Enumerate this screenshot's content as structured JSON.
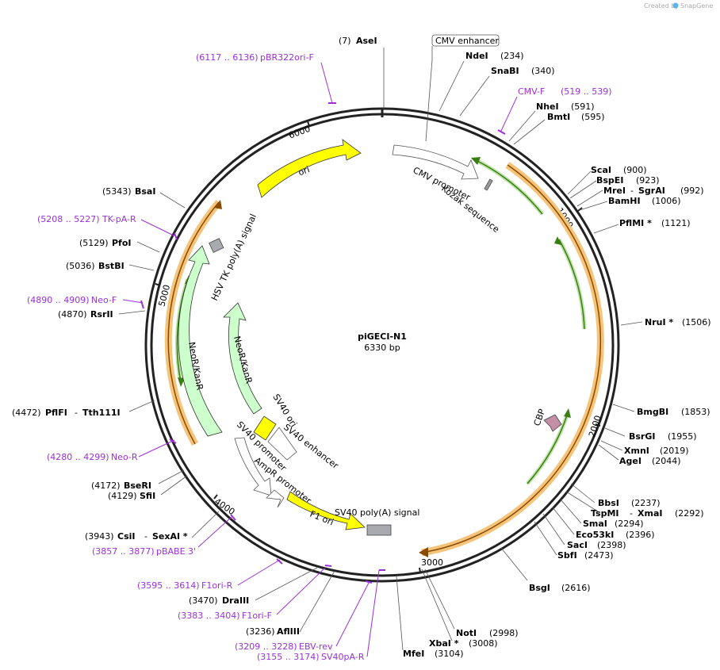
{
  "credit": {
    "created_by": "Created by",
    "brand": "SnapGene"
  },
  "plasmid": {
    "name": "piGECI-N1",
    "length": "6330 bp"
  },
  "ticks": [
    "1000",
    "2000",
    "3000",
    "4000",
    "5000",
    "6000"
  ],
  "enzymes": [
    {
      "name": "AseI",
      "pos": "(7)"
    },
    {
      "name": "NdeI",
      "pos": "(234)"
    },
    {
      "name": "SnaBI",
      "pos": "(340)"
    },
    {
      "name": "NheI",
      "pos": "(591)"
    },
    {
      "name": "BmtI",
      "pos": "(595)"
    },
    {
      "name": "ScaI",
      "pos": "(900)"
    },
    {
      "name": "BspEI",
      "pos": "(923)"
    },
    {
      "name": "MreI",
      "pos": "(992)",
      "name2": "SgrAI"
    },
    {
      "name": "BamHI",
      "pos": "(1006)"
    },
    {
      "name": "PflMI *",
      "pos": "(1121)"
    },
    {
      "name": "NruI *",
      "pos": "(1506)"
    },
    {
      "name": "BmgBI",
      "pos": "(1853)"
    },
    {
      "name": "BsrGI",
      "pos": "(1955)"
    },
    {
      "name": "XmnI",
      "pos": "(2019)"
    },
    {
      "name": "AgeI",
      "pos": "(2044)"
    },
    {
      "name": "BbsI",
      "pos": "(2237)"
    },
    {
      "name": "TspMI",
      "pos": "(2292)",
      "name2": "XmaI"
    },
    {
      "name": "SmaI",
      "pos": "(2294)"
    },
    {
      "name": "Eco53kI",
      "pos": "(2396)"
    },
    {
      "name": "SacI",
      "pos": "(2398)"
    },
    {
      "name": "SbfI",
      "pos": "(2473)"
    },
    {
      "name": "BsgI",
      "pos": "(2616)"
    },
    {
      "name": "NotI",
      "pos": "(2998)"
    },
    {
      "name": "XbaI *",
      "pos": "(3008)"
    },
    {
      "name": "MfeI",
      "pos": "(3104)"
    },
    {
      "name": "AflIII",
      "pos": "(3236)"
    },
    {
      "name": "DraIII",
      "pos": "(3470)"
    },
    {
      "name": "CsiI",
      "pos": "(3943)",
      "name2": "SexAI *"
    },
    {
      "name": "BseRI",
      "pos": "(4172)"
    },
    {
      "name": "SfiI",
      "pos": "(4129)"
    },
    {
      "name": "PflFI",
      "pos": "(4472)",
      "name2": "Tth111I"
    },
    {
      "name": "RsrII",
      "pos": "(4870)"
    },
    {
      "name": "BstBI",
      "pos": "(5036)"
    },
    {
      "name": "PfoI",
      "pos": "(5129)"
    },
    {
      "name": "BsaI",
      "pos": "(5343)"
    }
  ],
  "primers": [
    {
      "name": "pBR322ori-F",
      "range": "(6117 .. 6136)"
    },
    {
      "name": "CMV-F",
      "range": "(519 .. 539)"
    },
    {
      "name": "TK-pA-R",
      "range": "(5208 .. 5227)"
    },
    {
      "name": "Neo-F",
      "range": "(4890 .. 4909)"
    },
    {
      "name": "Neo-R",
      "range": "(4280 .. 4299)"
    },
    {
      "name": "pBABE 3'",
      "range": "(3857 .. 3877)"
    },
    {
      "name": "F1ori-R",
      "range": "(3595 .. 3614)"
    },
    {
      "name": "F1ori-F",
      "range": "(3383 .. 3404)"
    },
    {
      "name": "EBV-rev",
      "range": "(3209 .. 3228)"
    },
    {
      "name": "SV40pA-R",
      "range": "(3155 .. 3174)"
    }
  ],
  "features": {
    "cmv_enhancer": "CMV enhancer",
    "cmv_promoter": "CMV promoter",
    "kozak": "Kozak sequence",
    "ori": "ori",
    "hsv_tk_polya": "HSV TK poly(A) signal",
    "neo_outer": "NeoR/KanR",
    "neo_inner": "NeoR/KanR",
    "sv40_ori": "SV40 ori",
    "sv40_enhancer": "SV40 enhancer",
    "sv40_promoter": "SV40 promoter",
    "ampr_promoter": "AmpR promoter",
    "f1_ori": "F1 ori",
    "sv40_polya": "SV40 poly(A) signal",
    "cbp": "CBP"
  },
  "colors": {
    "backbone": "#222222",
    "primer": "#9b30d9",
    "ori": "#ffff00",
    "neo": "#ccffcc",
    "orange_band": "#f5c47a",
    "orange_core": "#8a4b00",
    "green_arrow": "#5aa02c",
    "cbp": "#c48fa5",
    "polya": "#a8aab0"
  }
}
